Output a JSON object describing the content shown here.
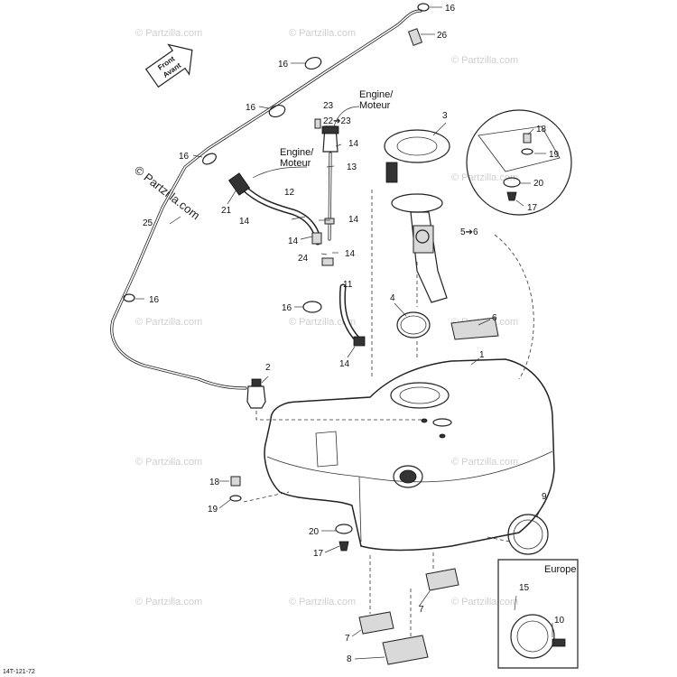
{
  "watermark": {
    "main": "© Partzilla.com",
    "repeat": "© Partzilla.com"
  },
  "direction_badge": {
    "line1": "Front",
    "line2": "Avant"
  },
  "callouts": {
    "c1": "1",
    "c2": "2",
    "c3": "3",
    "c4": "4",
    "c5_6": "5➔6",
    "c6": "6",
    "c7a": "7",
    "c7b": "7",
    "c8": "8",
    "c9": "9",
    "c10": "10",
    "c11": "11",
    "c12": "12",
    "c13": "13",
    "c14a": "14",
    "c14b": "14",
    "c14c": "14",
    "c14d": "14",
    "c14e": "14",
    "c14f": "14",
    "c15": "15",
    "c16a": "16",
    "c16b": "16",
    "c16c": "16",
    "c16d": "16",
    "c16e": "16",
    "c16f": "16",
    "c17a": "17",
    "c17b": "17",
    "c18a": "18",
    "c18b": "18",
    "c19a": "19",
    "c19b": "19",
    "c20a": "20",
    "c20b": "20",
    "c21": "21",
    "c22_23": "22➔23",
    "c23": "23",
    "c24": "24",
    "c25": "25",
    "c26": "26"
  },
  "notes": {
    "engine_a_line1": "Engine/",
    "engine_a_line2": "Moteur",
    "engine_b_line1": "Engine/",
    "engine_b_line2": "Moteur",
    "europe": "Europe"
  },
  "figure_code": "14T-121-72"
}
